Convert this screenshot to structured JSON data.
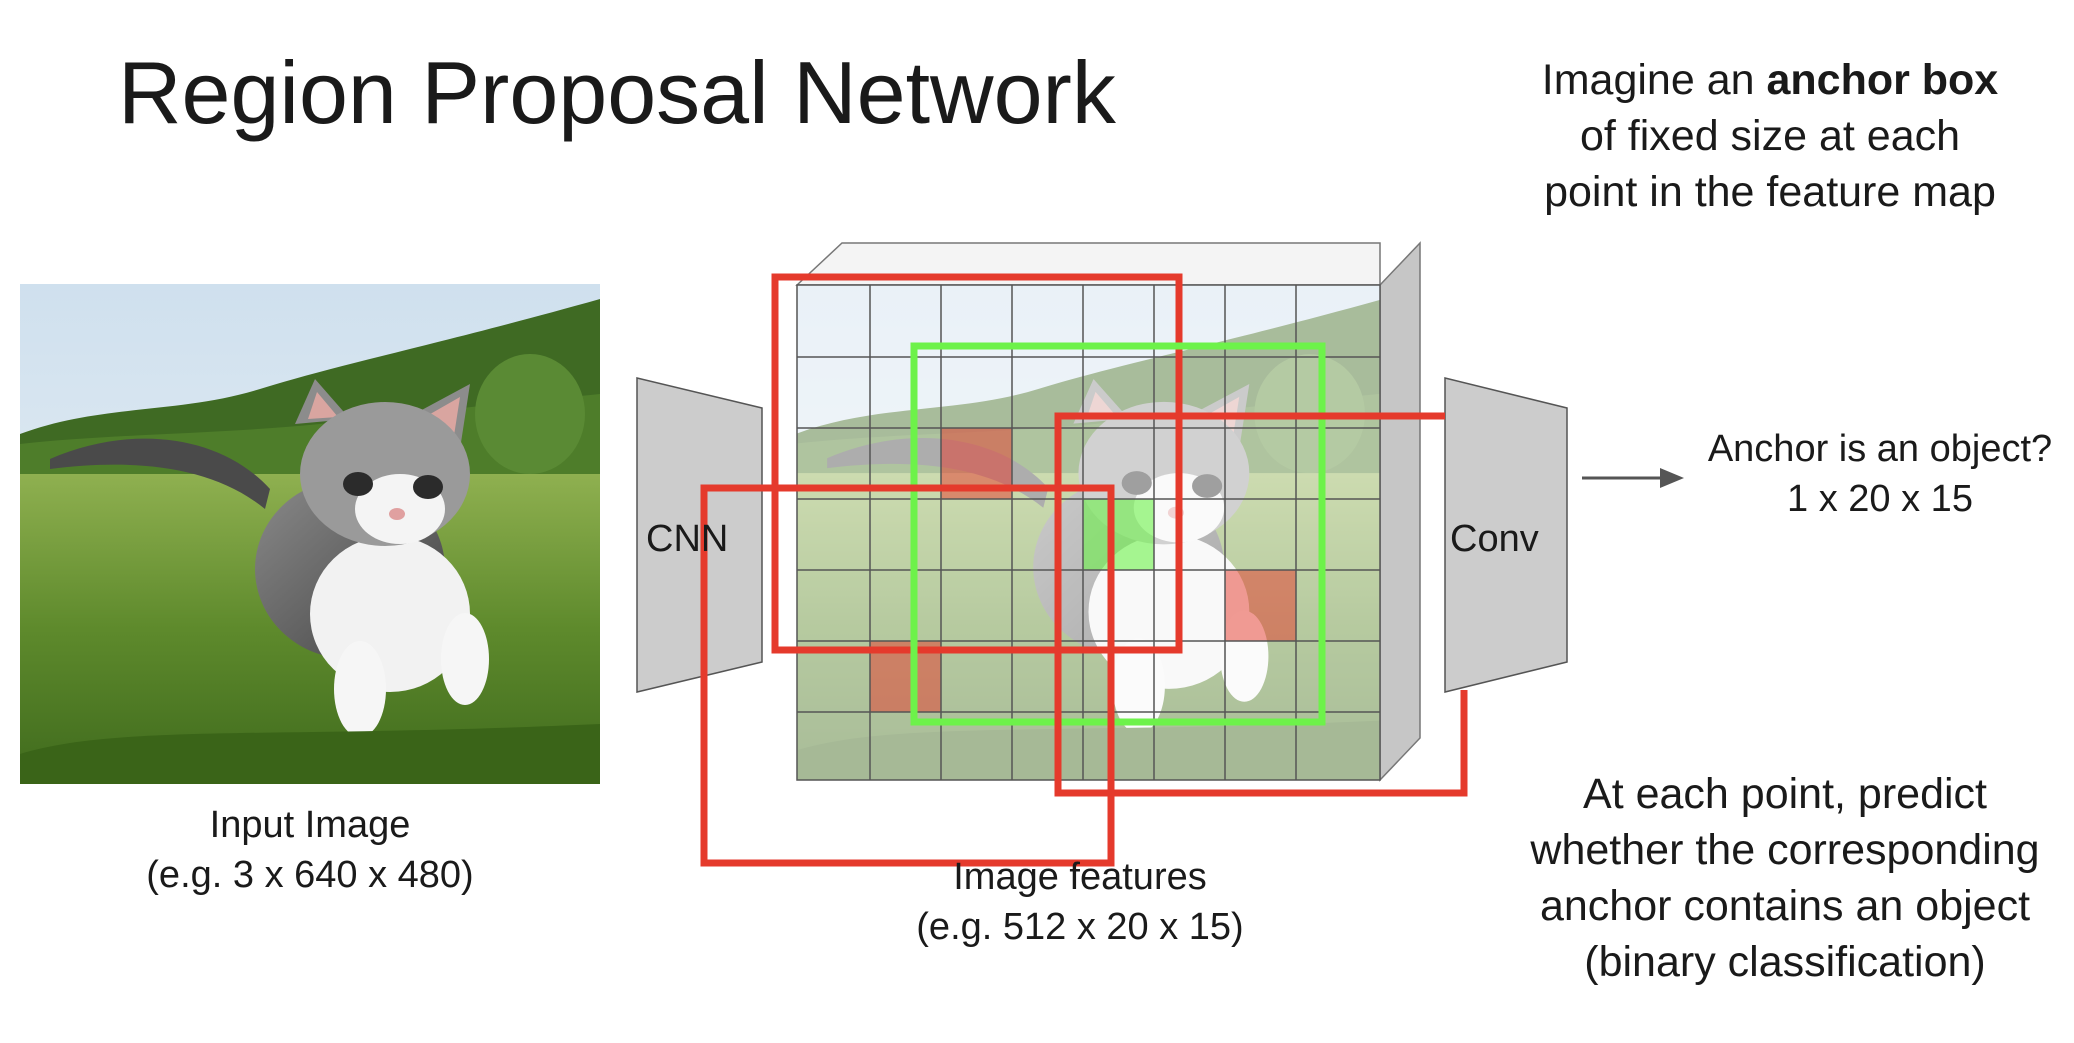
{
  "title": "Region Proposal Network",
  "note_top": {
    "line1_prefix": "Imagine an ",
    "line1_bold": "anchor box",
    "line2": "of fixed size at each",
    "line3": "point in the feature map"
  },
  "note_bottom": {
    "line1": "At each point, predict",
    "line2": "whether the corresponding",
    "line3": "anchor contains an object",
    "line4": "(binary classification)"
  },
  "input_caption": {
    "line1": "Input Image",
    "line2": "(e.g. 3 x 640 x 480)"
  },
  "features_caption": {
    "line1": "Image features",
    "line2": "(e.g. 512 x 20 x 15)"
  },
  "cnn_label": "CNN",
  "conv_label": "Conv",
  "output_label": {
    "line1": "Anchor is an object?",
    "line2": "1 x 20 x 15"
  },
  "colors": {
    "anchor_negative": "#e53a2c",
    "anchor_positive": "#6df24a",
    "layer_fill": "#cccccc",
    "arrow": "#555555"
  }
}
